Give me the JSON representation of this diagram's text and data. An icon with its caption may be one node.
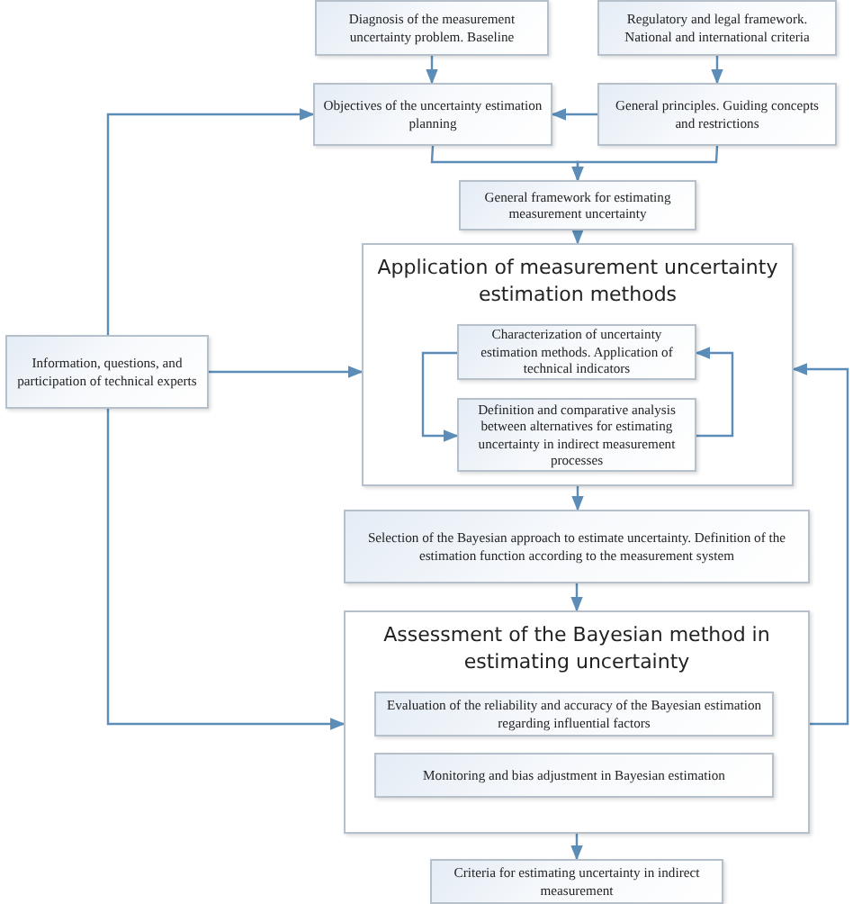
{
  "diagram": {
    "nodes": [
      {
        "text": [
          "Diagnosis of the measurement uncertainty problem. Baseline"
        ]
      },
      {
        "text": [
          "Regulatory and legal framework. National and international criteria"
        ]
      },
      {
        "text": [
          "Objectives of the uncertainty estimation planning"
        ]
      },
      {
        "text": [
          "General principles. Guiding concepts and restrictions"
        ]
      },
      {
        "text": [
          "General framework for estimating measurement uncertainty"
        ]
      },
      {
        "text": [
          "Application of measurement uncertainty estimation methods"
        ]
      },
      {
        "text": [
          "Characterization of uncertainty estimation methods. Application of technical indicators"
        ],
        "in": 5
      },
      {
        "text": [
          "Definition and comparative analysis between alternatives for estimating uncertainty in indirect measurement processes"
        ],
        "in": 5
      },
      {
        "text": [
          "Information, questions, and participation of technical experts"
        ]
      },
      {
        "text": [
          "Selection of the Bayesian approach to estimate uncertainty. Definition of the estimation function according to the measurement system"
        ]
      },
      {
        "text": [
          "Assessment of the Bayesian method in estimating uncertainty"
        ]
      },
      {
        "text": [
          "Evaluation of the reliability and accuracy of the Bayesian estimation regarding influential factors"
        ],
        "in": 10
      },
      {
        "text": [
          "Monitoring and bias adjustment in Bayesian estimation"
        ],
        "in": 10
      },
      {
        "text": [
          "Criteria for estimating uncertainty in indirect measurement"
        ]
      }
    ],
    "edges": [
      {
        "from": 0,
        "to": 2,
        "arrow": "to"
      },
      {
        "from": 1,
        "to": 3,
        "arrow": "to"
      },
      {
        "from": 3,
        "to": 2,
        "arrow": "to"
      },
      {
        "from": 2,
        "to": 4,
        "arrow": "to"
      },
      {
        "from": 3,
        "to": 4,
        "arrow": "to"
      },
      {
        "from": 4,
        "to": 5,
        "arrow": "to"
      },
      {
        "from": 8,
        "to": 5,
        "arrow": "to"
      },
      {
        "from": 8,
        "to": 2,
        "arrow": "to"
      },
      {
        "from": 8,
        "to": 10,
        "arrow": "to"
      },
      {
        "from": 6,
        "to": 7,
        "arrow": "to"
      },
      {
        "from": 7,
        "to": 6,
        "arrow": "to"
      },
      {
        "from": 10,
        "to": 5,
        "arrow": "to"
      },
      {
        "from": 5,
        "to": 9,
        "arrow": "to"
      },
      {
        "from": 9,
        "to": 10,
        "arrow": "to"
      },
      {
        "from": 10,
        "to": 13,
        "arrow": "to"
      }
    ]
  }
}
